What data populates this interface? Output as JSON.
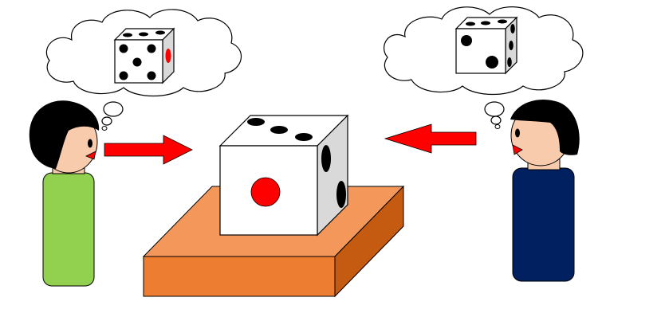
{
  "scene": {
    "background": "#ffffff",
    "outline": "#000000"
  },
  "left_person": {
    "name": "person-left",
    "body_color": "#92d050",
    "skin_color": "#f8cbad",
    "hair_color": "#000000",
    "mouth_color": "#ff0000",
    "thought": {
      "die_front_pips": 5,
      "die_side_pips": 1,
      "side_pip_color": "#ff0000",
      "pip_color": "#000000"
    }
  },
  "right_person": {
    "name": "person-right",
    "body_color": "#002060",
    "skin_color": "#f8cbad",
    "hair_color": "#000000",
    "mouth_color": "#ff0000",
    "thought": {
      "die_front_pips": 2,
      "die_side_pips": 3,
      "die_top_pips": 3,
      "pip_color": "#000000"
    }
  },
  "center_die": {
    "front_pips": 1,
    "front_pip_color": "#ff0000",
    "top_pips": 3,
    "side_pips": 2,
    "pip_color": "#000000",
    "face_color": "#ffffff",
    "side_shade": "#d9d9d9"
  },
  "pedestal": {
    "top_color": "#f4975b",
    "front_color": "#ed7d31",
    "side_color": "#c55a11"
  },
  "arrows": {
    "color": "#ff0000",
    "left_direction": "right",
    "right_direction": "left"
  }
}
